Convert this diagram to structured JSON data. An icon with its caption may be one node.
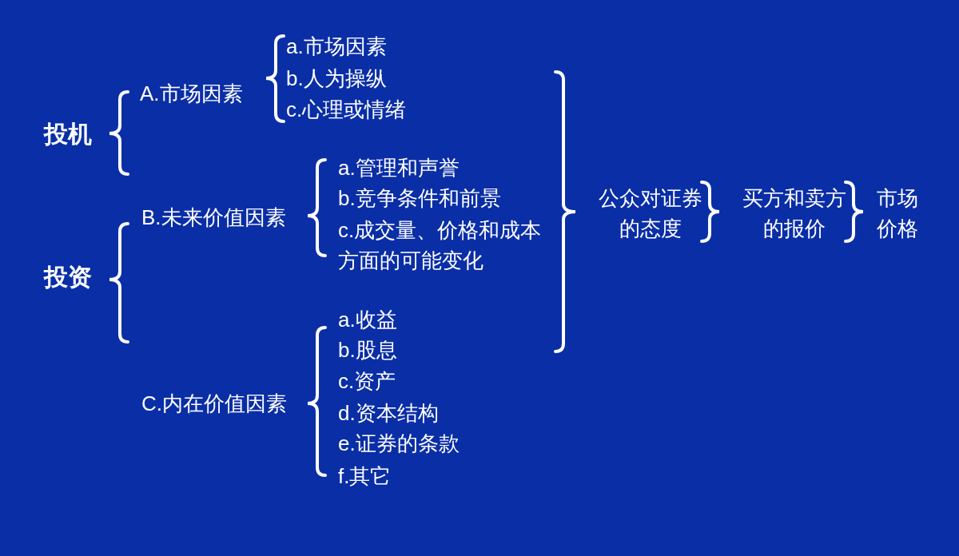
{
  "diagram": {
    "labels": [
      "投机",
      "A.市场因素",
      "a.市场因素",
      "b.人为操纵",
      "c.心理或情绪",
      "投资",
      "B.未来价值因素",
      "a.管理和声誉",
      "b.竞争条件和前景",
      "c.成交量、价格和成本方面的可能变化",
      "C.内在价值因素",
      "a.收益",
      "b.股息",
      "c.资产",
      "d.资本结构",
      "e.证券的条款",
      "f.其它",
      "公众对证券的态度",
      "买方和卖方的报价",
      "市场价格"
    ]
  }
}
